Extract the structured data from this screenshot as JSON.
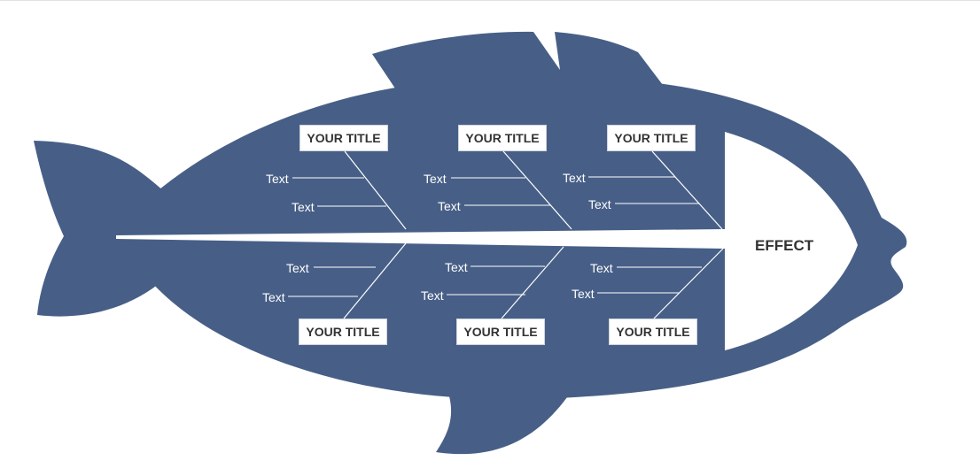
{
  "colors": {
    "fish": "#475f87",
    "spine": "#ffffff",
    "bone": "#ffffff",
    "title_bg": "#ffffff",
    "title_text": "#333333"
  },
  "effect": "EFFECT",
  "categories": [
    {
      "title": "YOUR TITLE",
      "causes": [
        "Text",
        "Text"
      ]
    },
    {
      "title": "YOUR TITLE",
      "causes": [
        "Text",
        "Text"
      ]
    },
    {
      "title": "YOUR TITLE",
      "causes": [
        "Text",
        "Text"
      ]
    },
    {
      "title": "YOUR TITLE",
      "causes": [
        "Text",
        "Text"
      ]
    },
    {
      "title": "YOUR TITLE",
      "causes": [
        "Text",
        "Text"
      ]
    },
    {
      "title": "YOUR TITLE",
      "causes": [
        "Text",
        "Text"
      ]
    }
  ]
}
